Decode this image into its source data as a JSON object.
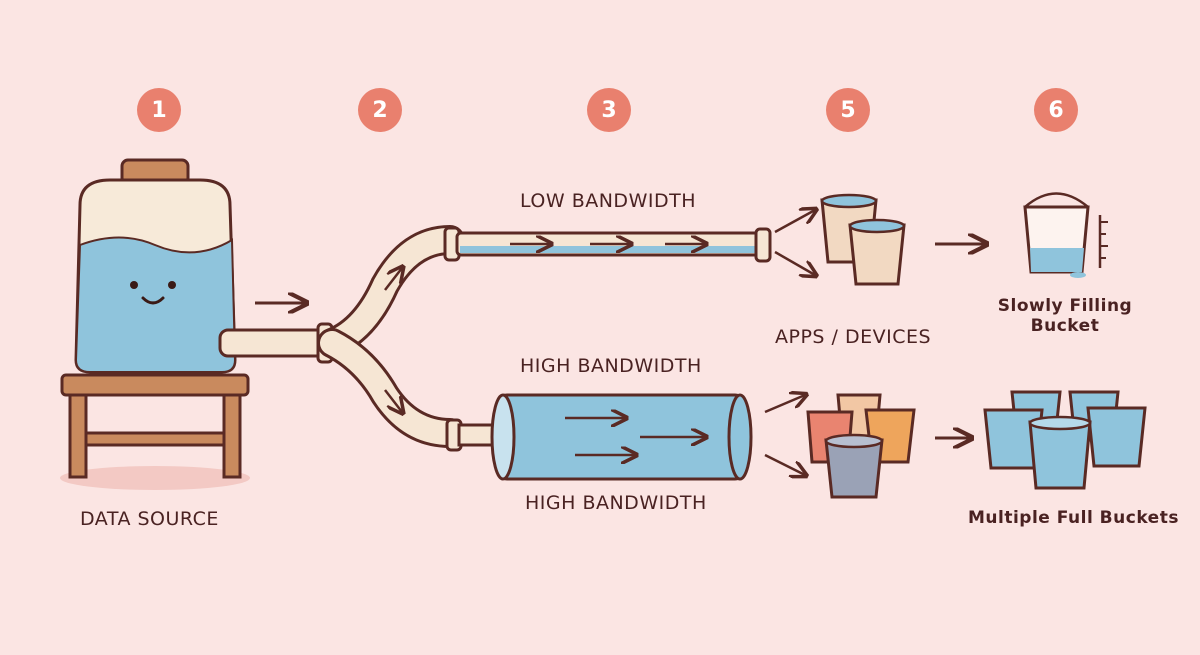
{
  "steps": [
    "1",
    "2",
    "3",
    "5",
    "6"
  ],
  "labels": {
    "data_source": "DATA SOURCE",
    "low_bandwidth": "LOW BANDWIDTH",
    "high_bandwidth_top": "HIGH BANDWIDTH",
    "high_bandwidth_bottom": "HIGH BANDWIDTH",
    "apps_devices": "APPS / DEVICES",
    "slowly_filling_line1": "Slowly Filling",
    "slowly_filling_line2": "Bucket",
    "multiple_full": "Multiple Full Buckets"
  },
  "colors": {
    "background": "#fbe5e3",
    "accent": "#e9806e",
    "water": "#8fc4dc",
    "outline": "#5a2a24",
    "pipe": "#f6e6d4",
    "wood": "#c98a5e"
  }
}
